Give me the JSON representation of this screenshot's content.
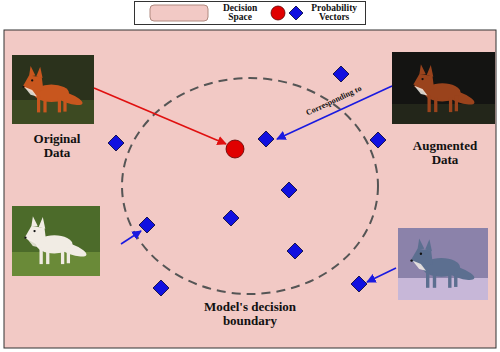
{
  "diagram": {
    "labels": [
      "Original Data",
      "Augmented Data",
      "Corresponding to",
      "Model's decision boundary"
    ],
    "legend": [
      {
        "text": "Decision Space",
        "color": "#f2c9c5"
      },
      {
        "text": "Probability Vectors"
      }
    ]
  }
}
